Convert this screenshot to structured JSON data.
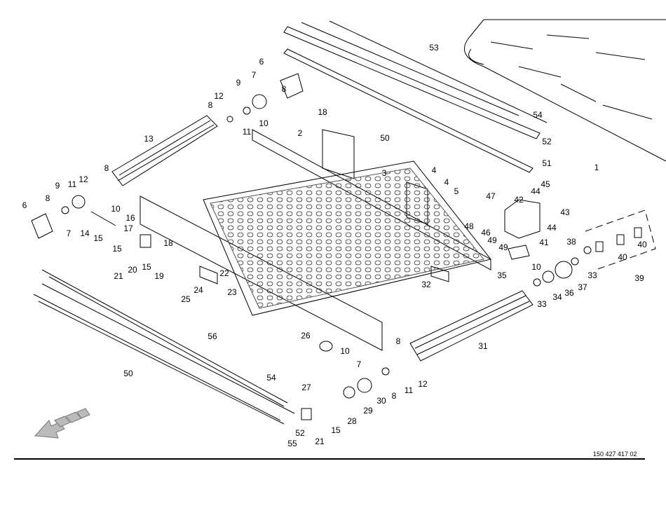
{
  "drawing_number": "150 427 417 02",
  "callouts": [
    "53",
    "54",
    "52",
    "51",
    "1",
    "50",
    "18",
    "6",
    "7",
    "9",
    "8",
    "12",
    "8",
    "11",
    "10",
    "13",
    "2",
    "3",
    "4",
    "4",
    "5",
    "47",
    "42",
    "44",
    "45",
    "43",
    "44",
    "46",
    "48",
    "49",
    "49",
    "41",
    "38",
    "40",
    "40",
    "39",
    "33",
    "37",
    "10",
    "35",
    "36",
    "34",
    "33",
    "32",
    "9",
    "11",
    "12",
    "8",
    "8",
    "6",
    "7",
    "10",
    "14",
    "15",
    "16",
    "17",
    "15",
    "18",
    "20",
    "21",
    "15",
    "19",
    "22",
    "23",
    "24",
    "25",
    "26",
    "10",
    "31",
    "8",
    "7",
    "12",
    "11",
    "8",
    "30",
    "29",
    "28",
    "27",
    "15",
    "21",
    "56",
    "50",
    "54",
    "52",
    "55"
  ]
}
